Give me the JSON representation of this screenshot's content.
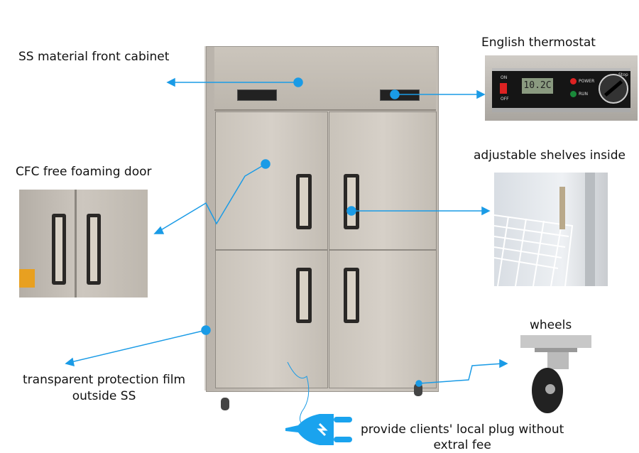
{
  "labels": {
    "front_cabinet": "SS material front cabinet",
    "thermostat": "English thermostat",
    "shelves": "adjustable shelves inside",
    "foaming_door": "CFC free foaming door",
    "wheels": "wheels",
    "film_line1": "transparent protection film",
    "film_line2": "outside SS",
    "plug_line1": "provide clients' local plug without",
    "plug_line2": "extral fee"
  },
  "thermostat_panel": {
    "on": "ON",
    "off": "OFF",
    "power": "POWER",
    "run": "RUN",
    "stop": "Stop",
    "display": "10.2C"
  },
  "colors": {
    "accent": "#1a9be6",
    "plug": "#1aa3ee"
  }
}
